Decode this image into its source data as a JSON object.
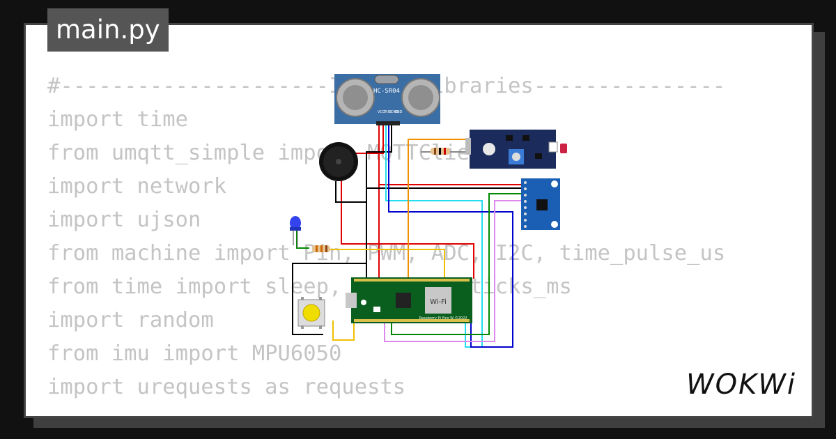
{
  "tab": {
    "title": "main.py"
  },
  "code": {
    "lines": [
      "#---------------------Import libraries---------------",
      "import time",
      "from umqtt_simple import MQTTClient",
      "import network",
      "import ujson",
      "from machine import Pin, PWM, ADC, I2C, time_pulse_us",
      "from time import sleep, sleep_ms,ticks_ms",
      "import random",
      "from imu import MPU6050",
      "import urequests as requests"
    ]
  },
  "circuit": {
    "ultrasonic": {
      "label": "HC-SR04",
      "pins": [
        "VCC",
        "TRIG",
        "ECHO",
        "GND"
      ]
    },
    "pico": {
      "wifi_label": "Wi-Fi",
      "board_label": "Raspberry Pi Pico W ©2022"
    }
  },
  "logo": {
    "text": "WOKWi"
  },
  "colors": {
    "background": "#111111",
    "card": "#ffffff",
    "tab": "#555555",
    "code_text": "#c4c4c4",
    "wire_red": "#e00000",
    "wire_black": "#000000",
    "wire_yellow": "#f0c000",
    "wire_cyan": "#22ddee",
    "wire_blue": "#0000cc",
    "wire_green": "#008800",
    "wire_pink": "#dd88ee",
    "wire_orange": "#f09000",
    "board_green": "#0a5e1e",
    "module_blue": "#3a6ea5",
    "module_navy": "#1a2b5c"
  }
}
